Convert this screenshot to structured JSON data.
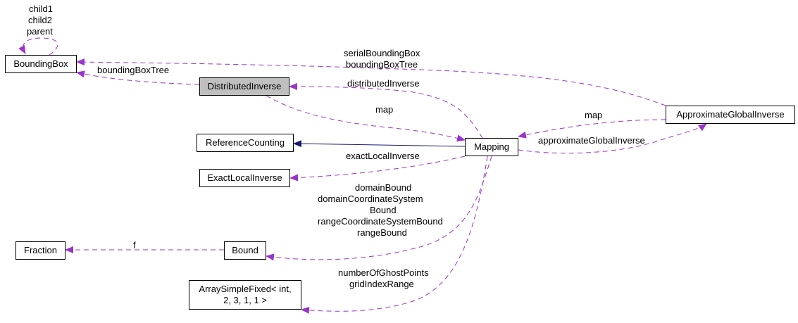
{
  "diagram": {
    "nodes": {
      "bounding_box": "BoundingBox",
      "distributed_inverse": "DistributedInverse",
      "reference_counting": "ReferenceCounting",
      "exact_local_inverse": "ExactLocalInverse",
      "fraction": "Fraction",
      "bound": "Bound",
      "array_line1": "ArraySimpleFixed< int,",
      "array_line2": "2, 3, 1, 1 >",
      "mapping": "Mapping",
      "approximate_global_inverse": "ApproximateGlobalInverse"
    },
    "edge_labels": {
      "self_child1": "child1",
      "self_child2": "child2",
      "self_parent": "parent",
      "serial_bounding_box": "serialBoundingBox",
      "bounding_box_tree_1": "boundingBoxTree",
      "bounding_box_tree_2": "boundingBoxTree",
      "distributed_inverse": "distributedInverse",
      "map_1": "map",
      "map_2": "map",
      "approximate_global_inverse": "approximateGlobalInverse",
      "exact_local_inverse": "exactLocalInverse",
      "domain_bound": "domainBound",
      "domain_coordinate_system": "domainCoordinateSystem",
      "bound": "Bound",
      "range_coordinate_system_bound": "rangeCoordinateSystemBound",
      "range_bound": "rangeBound",
      "f": "f",
      "number_of_ghost_points": "numberOfGhostPoints",
      "grid_index_range": "gridIndexRange"
    },
    "colors": {
      "usage_edge": "#9a32cd",
      "inheritance_edge": "#191970",
      "selected_fill": "#bfbfbf"
    }
  }
}
